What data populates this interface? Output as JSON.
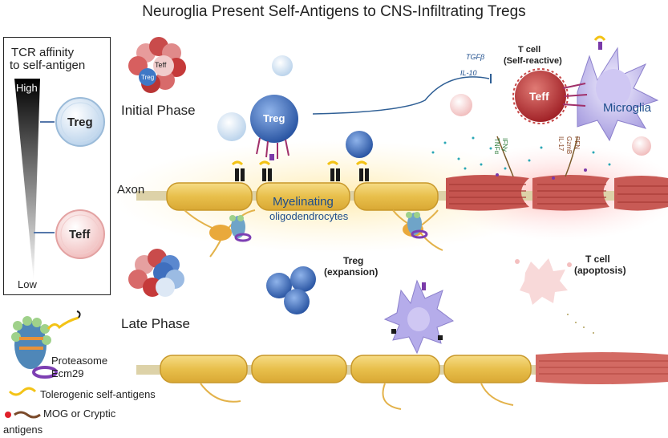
{
  "title": "Neuroglia Present Self-Antigens to CNS-Infiltrating Tregs",
  "affinity_panel": {
    "heading_line1": "TCR affinity",
    "heading_line2": "to self-antigen",
    "high": "High",
    "low": "Low",
    "treg": "Treg",
    "teff": "Teff"
  },
  "phases": {
    "initial": "Initial Phase",
    "late": "Late Phase"
  },
  "labels": {
    "axon": "Axon",
    "myelinating_line1": "Myelinating",
    "myelinating_line2": "oligodendrocytes",
    "treg": "Treg",
    "teff": "Teff",
    "cluster_teff": "Teff",
    "cluster_treg": "Treg",
    "tgfb": "TGFβ",
    "il10": "IL-10",
    "tcell_self_line1": "T cell",
    "tcell_self_line2": "(Self-reactive)",
    "microglia": "Microglia",
    "ifng": "IFNγ",
    "tnfa": "TNFα",
    "pfn": "PFN",
    "gzmb": "GzmB",
    "il17": "IL-17",
    "treg_exp_line1": "Treg",
    "treg_exp_line2": "(expansion)",
    "tcell_apop_line1": "T cell",
    "tcell_apop_line2": "(apoptosis)"
  },
  "legend": {
    "proteasome": "Proteasome",
    "ecm29": "Ecm29",
    "tolerogenic": "Tolerogenic self-antigens",
    "mog_line1": "MOG or Cryptic",
    "mog_line2": "antigens"
  },
  "colors": {
    "treg_blue": "#2f5fae",
    "teff_red": "#b8242a",
    "myelin_gold": "#e9c14d",
    "microglia_purple": "#9a8fd6",
    "muscle_red": "#c5544f",
    "tolerogenic_yellow": "#f3c316",
    "mog_brown": "#7a4a2a"
  }
}
